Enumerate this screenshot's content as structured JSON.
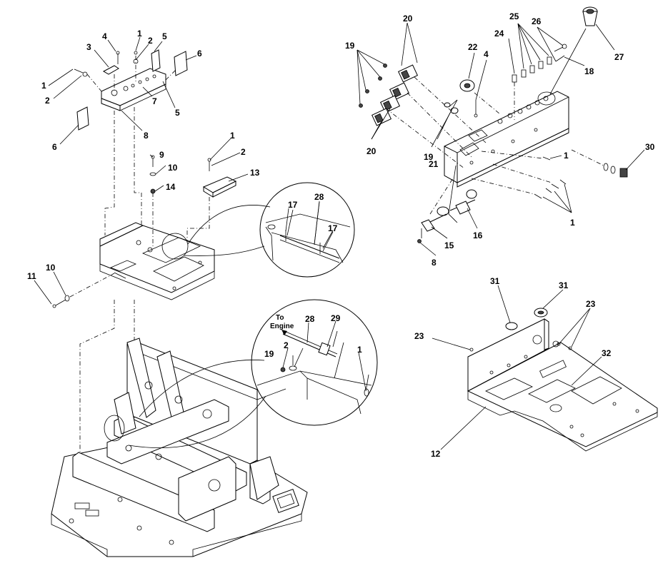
{
  "callouts": [
    {
      "id": "c1a",
      "label": "1"
    },
    {
      "id": "c2a",
      "label": "2"
    },
    {
      "id": "c3",
      "label": "3"
    },
    {
      "id": "c4a",
      "label": "4"
    },
    {
      "id": "c1b",
      "label": "1"
    },
    {
      "id": "c2b",
      "label": "2"
    },
    {
      "id": "c5a",
      "label": "5"
    },
    {
      "id": "c6a",
      "label": "6"
    },
    {
      "id": "c5b",
      "label": "5"
    },
    {
      "id": "c7",
      "label": "7"
    },
    {
      "id": "c6b",
      "label": "6"
    },
    {
      "id": "c8a",
      "label": "8"
    },
    {
      "id": "c9",
      "label": "9"
    },
    {
      "id": "c10a",
      "label": "10"
    },
    {
      "id": "c14",
      "label": "14"
    },
    {
      "id": "c1c",
      "label": "1"
    },
    {
      "id": "c2c",
      "label": "2"
    },
    {
      "id": "c13",
      "label": "13"
    },
    {
      "id": "c11",
      "label": "11"
    },
    {
      "id": "c10b",
      "label": "10"
    },
    {
      "id": "c17a",
      "label": "17"
    },
    {
      "id": "c28a",
      "label": "28"
    },
    {
      "id": "c17b",
      "label": "17"
    },
    {
      "id": "c28b",
      "label": "28"
    },
    {
      "id": "c29",
      "label": "29"
    },
    {
      "id": "c19a",
      "label": "19"
    },
    {
      "id": "c2d",
      "label": "2"
    },
    {
      "id": "c1d",
      "label": "1"
    },
    {
      "id": "c20a",
      "label": "20"
    },
    {
      "id": "c19b",
      "label": "19"
    },
    {
      "id": "c22",
      "label": "22"
    },
    {
      "id": "c4b",
      "label": "4"
    },
    {
      "id": "c24",
      "label": "24"
    },
    {
      "id": "c25",
      "label": "25"
    },
    {
      "id": "c26",
      "label": "26"
    },
    {
      "id": "c27",
      "label": "27"
    },
    {
      "id": "c18",
      "label": "18"
    },
    {
      "id": "c20b",
      "label": "20"
    },
    {
      "id": "c19c",
      "label": "19"
    },
    {
      "id": "c21",
      "label": "21"
    },
    {
      "id": "c1e",
      "label": "1"
    },
    {
      "id": "c30",
      "label": "30"
    },
    {
      "id": "c1f",
      "label": "1"
    },
    {
      "id": "c16",
      "label": "16"
    },
    {
      "id": "c15",
      "label": "15"
    },
    {
      "id": "c8b",
      "label": "8"
    },
    {
      "id": "c31a",
      "label": "31"
    },
    {
      "id": "c31b",
      "label": "31"
    },
    {
      "id": "c23a",
      "label": "23"
    },
    {
      "id": "c23b",
      "label": "23"
    },
    {
      "id": "c32",
      "label": "32"
    },
    {
      "id": "c12",
      "label": "12"
    }
  ],
  "detail_note": {
    "line1": "To",
    "line2": "Engine"
  }
}
